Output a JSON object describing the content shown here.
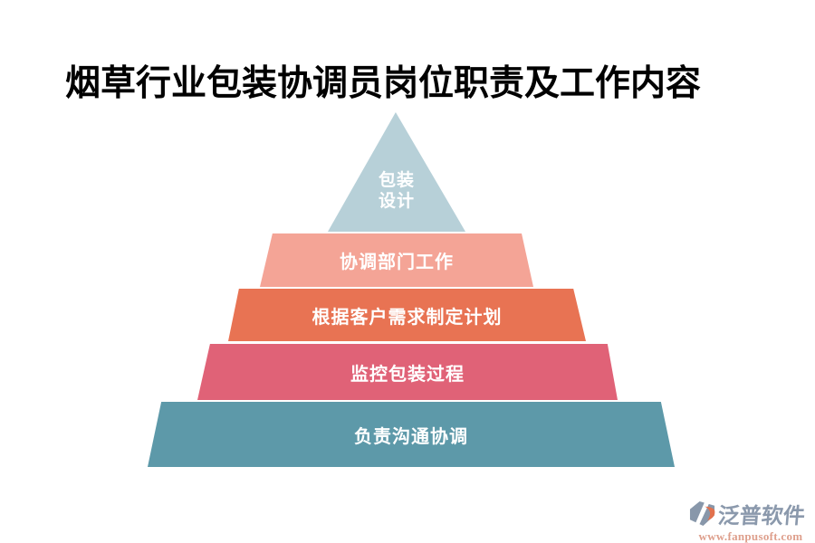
{
  "title": "烟草行业包装协调员岗位职责及工作内容",
  "title_color": "#000000",
  "background_color": "#ffffff",
  "pyramid": {
    "levels": [
      {
        "id": "packaging-design",
        "lines": [
          "包装",
          "设计"
        ],
        "color": "#b7d0d8",
        "text_color": "#ffffff"
      },
      {
        "id": "coordinate-departments",
        "label": "协调部门工作",
        "color": "#f4a496",
        "text_color": "#ffffff"
      },
      {
        "id": "plan-by-customer-needs",
        "label": "根据客户需求制定计划",
        "color": "#e87353",
        "text_color": "#ffffff"
      },
      {
        "id": "monitor-packaging",
        "label": "监控包装过程",
        "color": "#e06277",
        "text_color": "#ffffff"
      },
      {
        "id": "communication-coordination",
        "label": "负责沟通协调",
        "color": "#5d99a9",
        "text_color": "#ffffff"
      }
    ]
  },
  "footer": {
    "brand_name": "泛普软件",
    "website": "www.fanpusoft.com",
    "brand_color": "#8b99ac",
    "website_color": "#de9f8c",
    "logo_gem_color": "#8897aa",
    "logo_swoosh_color": "#e2714d"
  }
}
